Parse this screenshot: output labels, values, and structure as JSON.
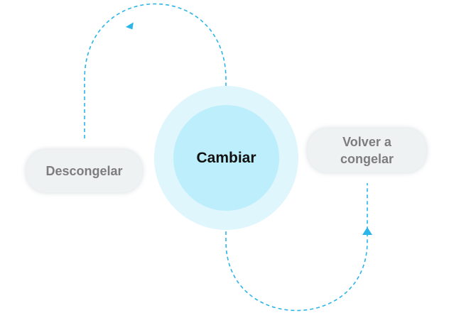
{
  "diagram": {
    "center": {
      "label": "Cambiar"
    },
    "left_node": {
      "label": "Descongelar"
    },
    "right_node": {
      "label_line1": "Volver a",
      "label_line2": "congelar"
    },
    "colors": {
      "connector": "#2bb5e8",
      "circle_outer": "#dff6fd",
      "circle_inner": "#bdeefb",
      "pill_fill": "#eef2f3",
      "pill_text": "#7d7d7d",
      "center_text": "#111111"
    },
    "edges": [
      {
        "from": "Descongelar",
        "to": "Cambiar",
        "style": "dashed-arrow"
      },
      {
        "from": "Cambiar",
        "to": "Volver a congelar",
        "style": "dashed-arrow"
      }
    ]
  }
}
